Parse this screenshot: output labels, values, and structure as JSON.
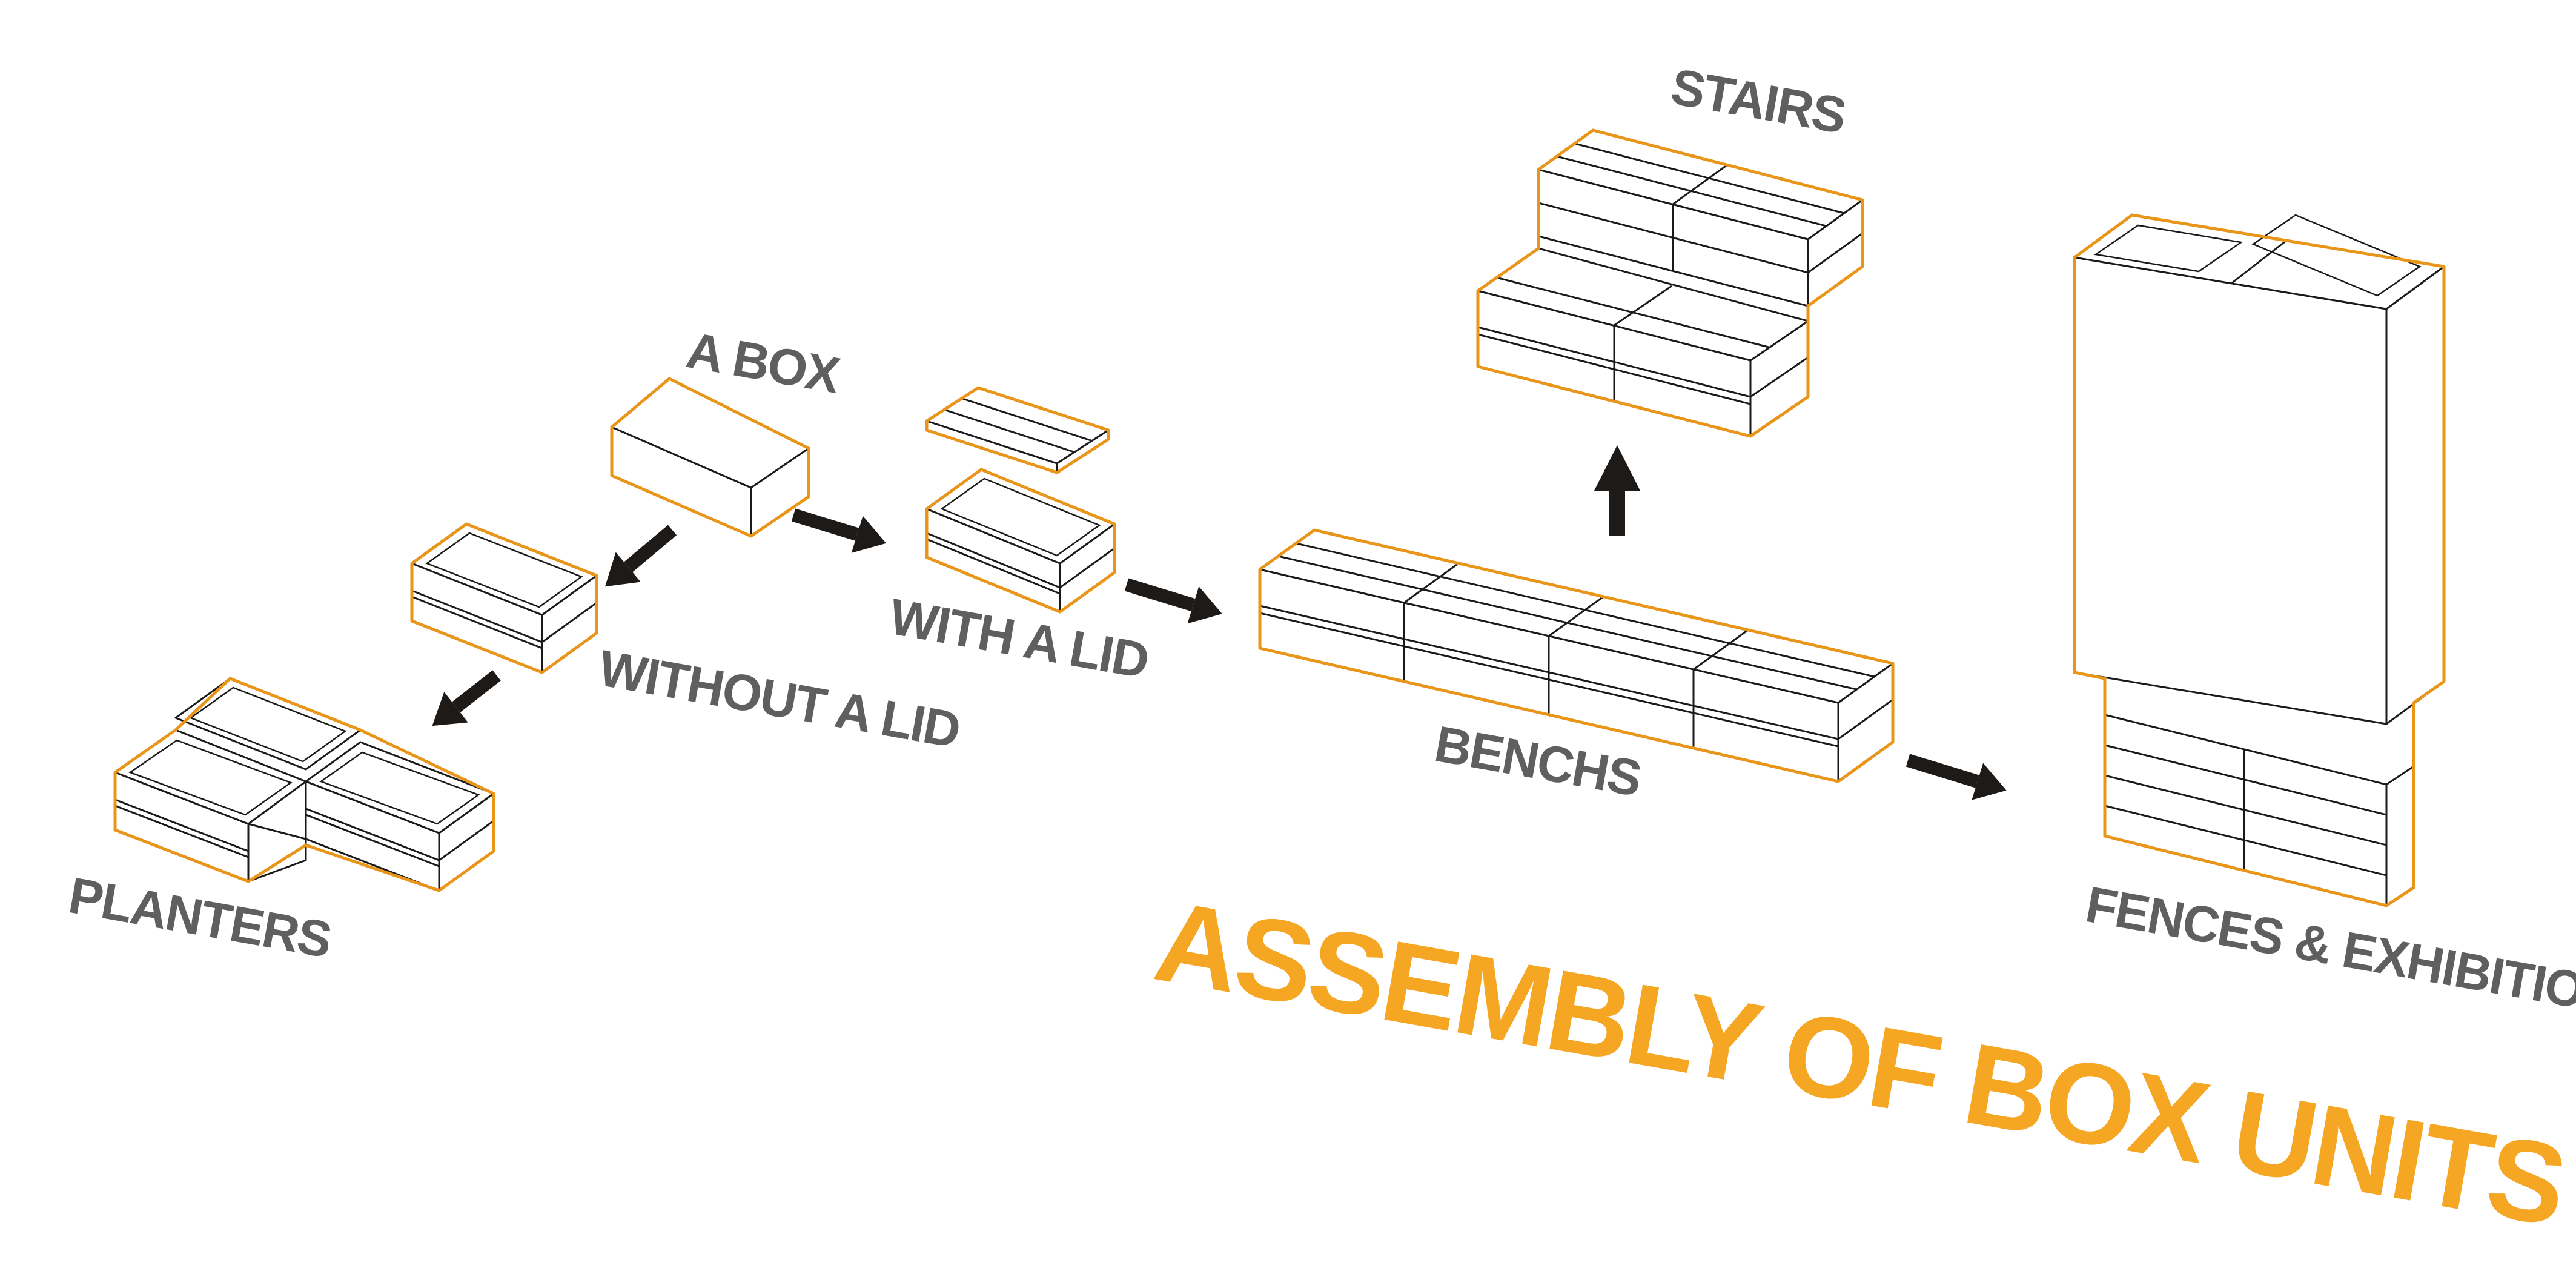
{
  "title": "ASSEMBLY OF BOX UNITS",
  "labels": {
    "a_box": "A BOX",
    "without_lid": "WITHOUT A LID",
    "with_lid": "WITH A LID",
    "planters": "PLANTERS",
    "stairs": "STAIRS",
    "benchs": "BENCHS",
    "fences": "FENCES & EXHIBITION"
  },
  "colors": {
    "accent": "#f5a623",
    "box_outline": "#e8951a",
    "label_gray": "#5f5f5f",
    "arrow": "#1e1a18",
    "line": "#1a1a1a"
  }
}
